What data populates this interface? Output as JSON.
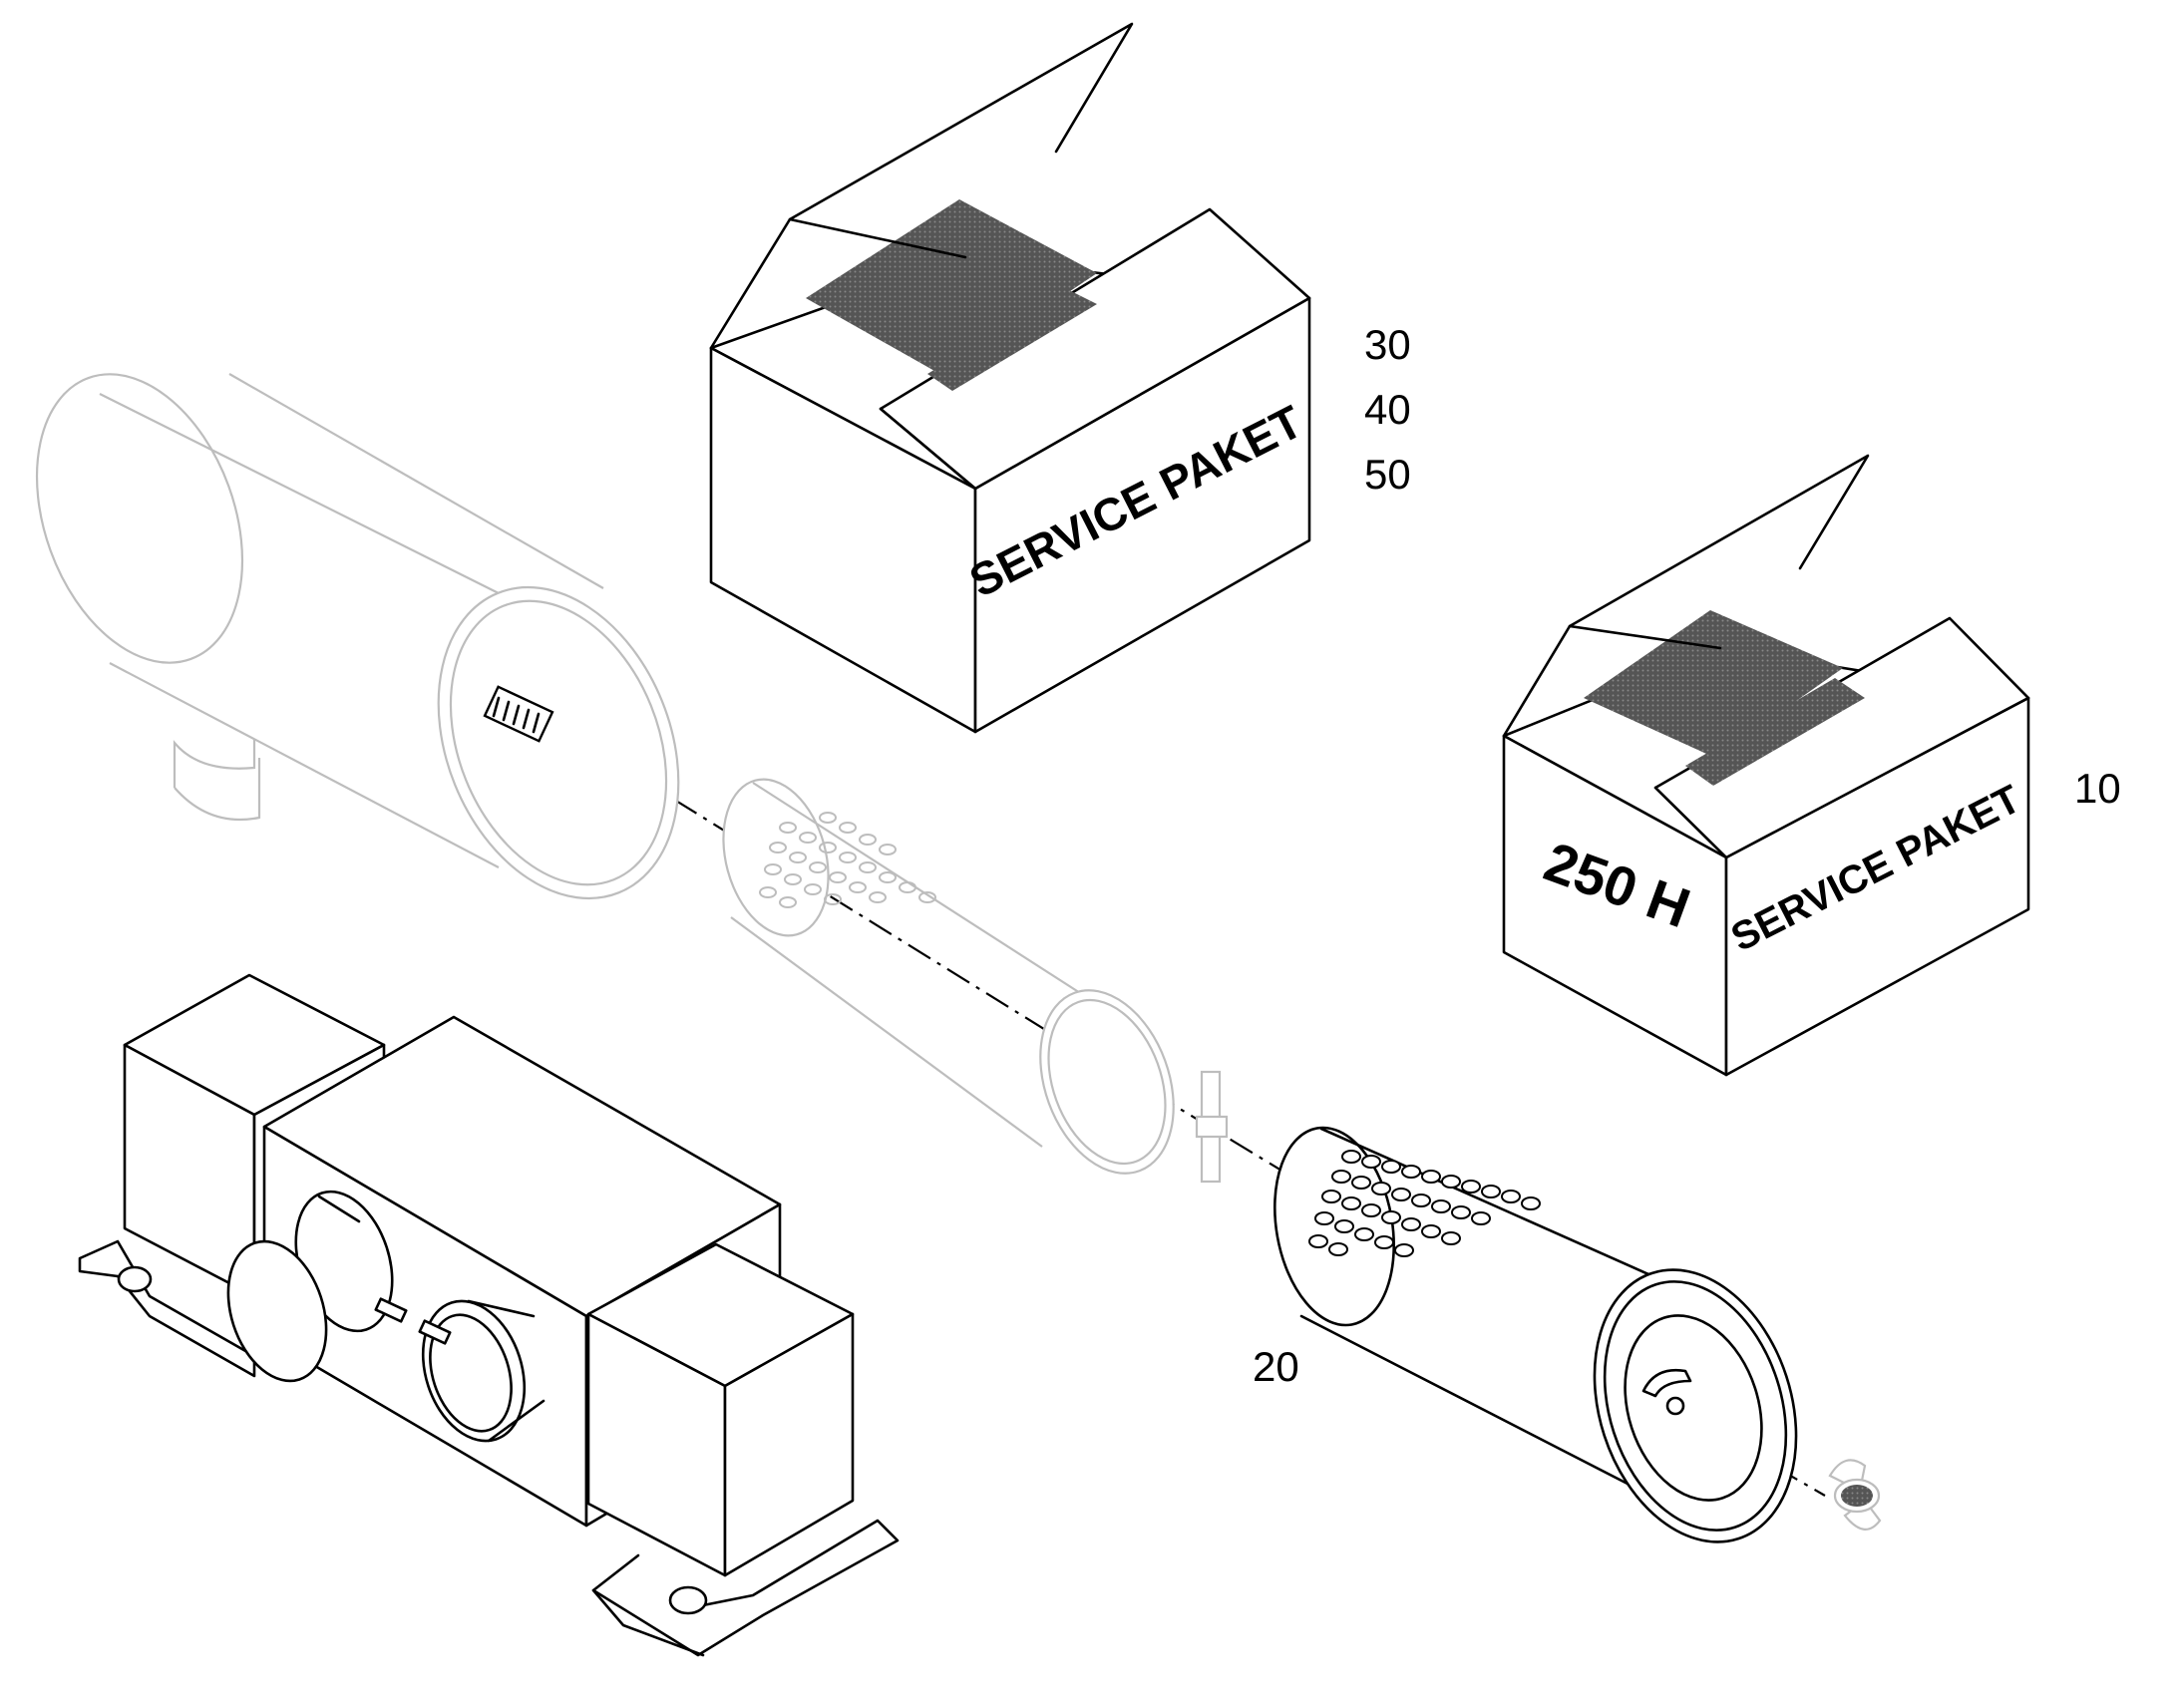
{
  "callouts": {
    "c30": "30",
    "c40": "40",
    "c50": "50",
    "c10": "10",
    "c20": "20"
  },
  "box_kit": {
    "label": "SERVICE PAKET"
  },
  "box_250h": {
    "label": "SERVICE PAKET",
    "hours": "250 H"
  },
  "colors": {
    "line": "#000000",
    "ghost": "#bdbdbd",
    "filter_pad": "#4a4a4a"
  }
}
